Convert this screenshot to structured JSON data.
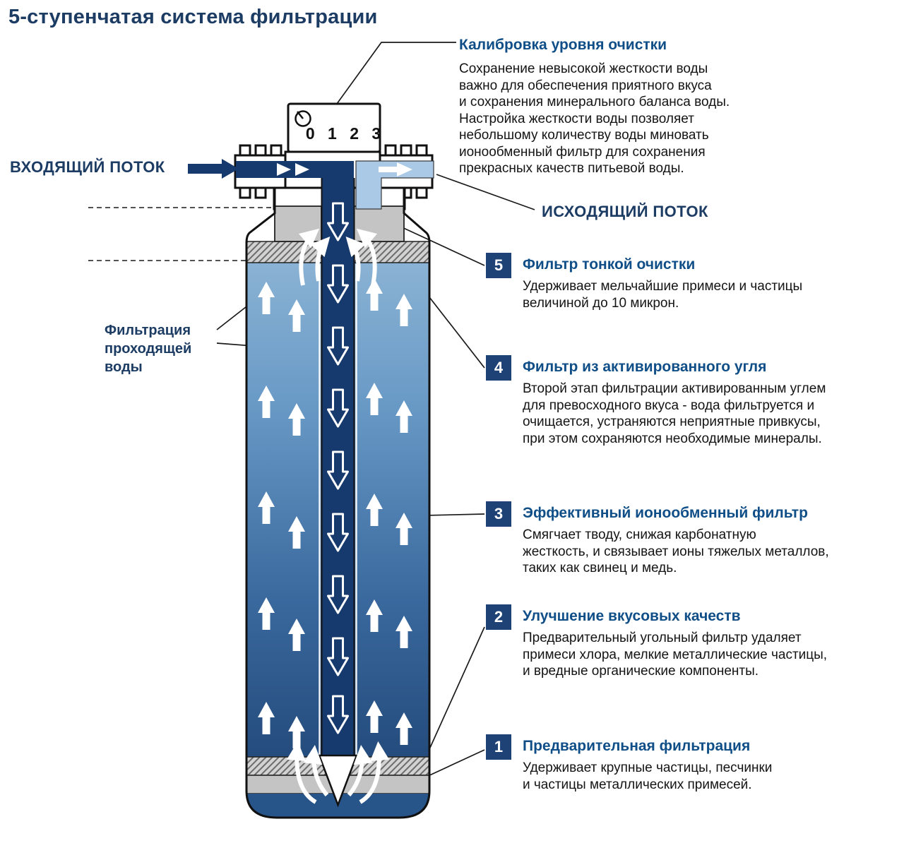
{
  "title": "5-ступенчатая система фильтрации",
  "calibration": {
    "heading": "Калибровка уровня очистки",
    "body": "Сохранение невысокой жесткости воды\nважно для обеспечения приятного вкуса\nи сохранения минерального баланса воды.\nНастройка жесткости воды позволяет\nнебольшому количеству воды миновать\nионообменный фильтр для сохранения\nпрекрасных качеств питьевой воды."
  },
  "flow": {
    "incoming": "ВХОДЯЩИЙ ПОТОК",
    "outgoing": "ИСХОДЯЩИЙ ПОТОК",
    "side_label": "Фильтрация\nпроходящей\nводы"
  },
  "dial": {
    "numbers": "0 1 2 3"
  },
  "stages": [
    {
      "number": "5",
      "heading": "Фильтр тонкой очистки",
      "body": "Удерживает мельчайшие примеси и частицы\nвеличиной до 10 микрон."
    },
    {
      "number": "4",
      "heading": "Фильтр из активированного угля",
      "body": "Второй этап фильтрации активированным углем\nдля превосходного вкуса - вода фильтруется и\nочищается, устраняются неприятные привкусы,\nпри этом сохраняются необходимые минералы."
    },
    {
      "number": "3",
      "heading": "Эффективный ионообменный фильтр",
      "body": "Смягчает тводу, снижая карбонатную\nжесткость, и связывает ионы тяжелых металлов,\nтаких как свинец и медь."
    },
    {
      "number": "2",
      "heading": "Улучшение вкусовых качеств",
      "body": "Предварительный угольный фильтр удаляет\nпримеси хлора, мелкие металлические частицы,\nи вредные органические компоненты."
    },
    {
      "number": "1",
      "heading": "Предварительная фильтрация",
      "body": "Удерживает крупные частицы, песчинки\nи частицы металлических примесей."
    }
  ],
  "colors": {
    "accent_heading": "#0f4e87",
    "navy_text": "#1c3c64",
    "badge": "#1e4276",
    "pipe_in": "#173a6e",
    "pipe_out": "#a9c9e6",
    "water_top": "#8fb6d6",
    "water_bottom": "#1c4070"
  }
}
